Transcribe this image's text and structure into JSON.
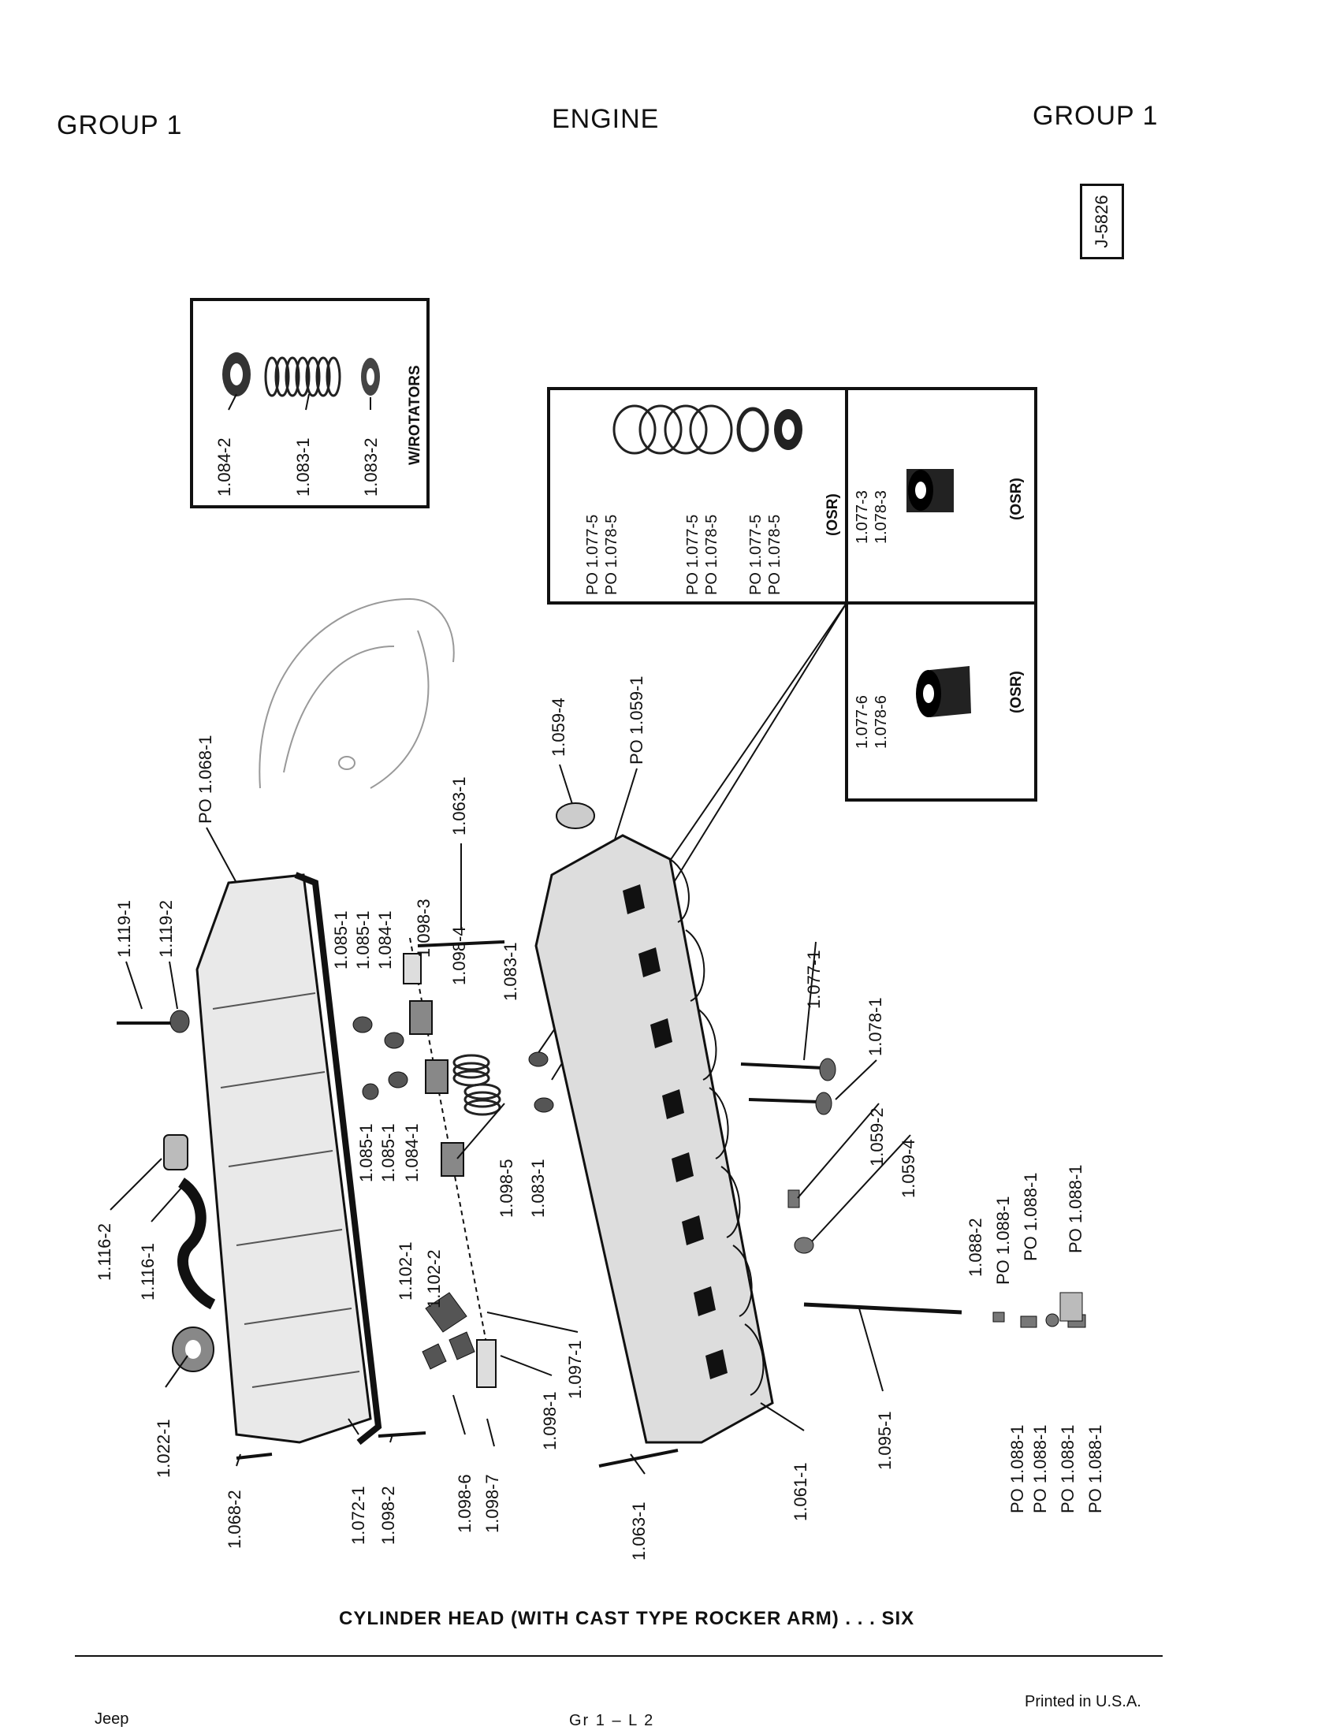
{
  "header": {
    "left": "GROUP 1",
    "center": "ENGINE",
    "right": "GROUP 1",
    "code": "J-5826"
  },
  "insets": {
    "rotators": {
      "note": "W/ROTATORS",
      "labels": [
        "1.084-2",
        "1.083-1",
        "1.083-2"
      ]
    },
    "springs": {
      "labels": [
        "PO 1.077-5",
        "PO 1.078-5",
        "PO 1.077-5",
        "PO 1.078-5",
        "PO 1.077-5",
        "PO 1.078-5"
      ],
      "note": "(OSR)"
    },
    "seal_a": {
      "labels": [
        "1.077-3",
        "1.078-3"
      ],
      "note": "(OSR)"
    },
    "seal_b": {
      "labels": [
        "1.077-6",
        "1.078-6"
      ],
      "note": "(OSR)"
    }
  },
  "callouts": [
    "PO 1.068-1",
    "1.119-1",
    "1.119-2",
    "1.116-2",
    "1.116-1",
    "1.022-1",
    "1.068-2",
    "1.072-1",
    "1.098-2",
    "1.098-6",
    "1.098-7",
    "1.102-1",
    "1.102-2",
    "1.098-1",
    "1.097-1",
    "1.085-1",
    "1.085-1",
    "1.084-1",
    "1.085-1",
    "1.085-1",
    "1.084-1",
    "1.098-3",
    "1.098-4",
    "1.098-5",
    "1.083-1",
    "1.083-1",
    "1.063-1",
    "1.063-1",
    "1.059-4",
    "PO 1.059-1",
    "1.077-1",
    "1.078-1",
    "1.059-2",
    "1.059-4",
    "1.061-1",
    "1.095-1",
    "1.088-2",
    "PO 1.088-1",
    "PO 1.088-1",
    "PO 1.088-1",
    "PO 1.088-1",
    "PO 1.088-1",
    "PO 1.088-1",
    "PO 1.088-1"
  ],
  "caption": "CYLINDER HEAD (WITH CAST TYPE ROCKER ARM) . . . SIX",
  "footer": {
    "left": "Jeep",
    "center": "Gr 1 – L 2",
    "right": "Printed in U.S.A."
  }
}
